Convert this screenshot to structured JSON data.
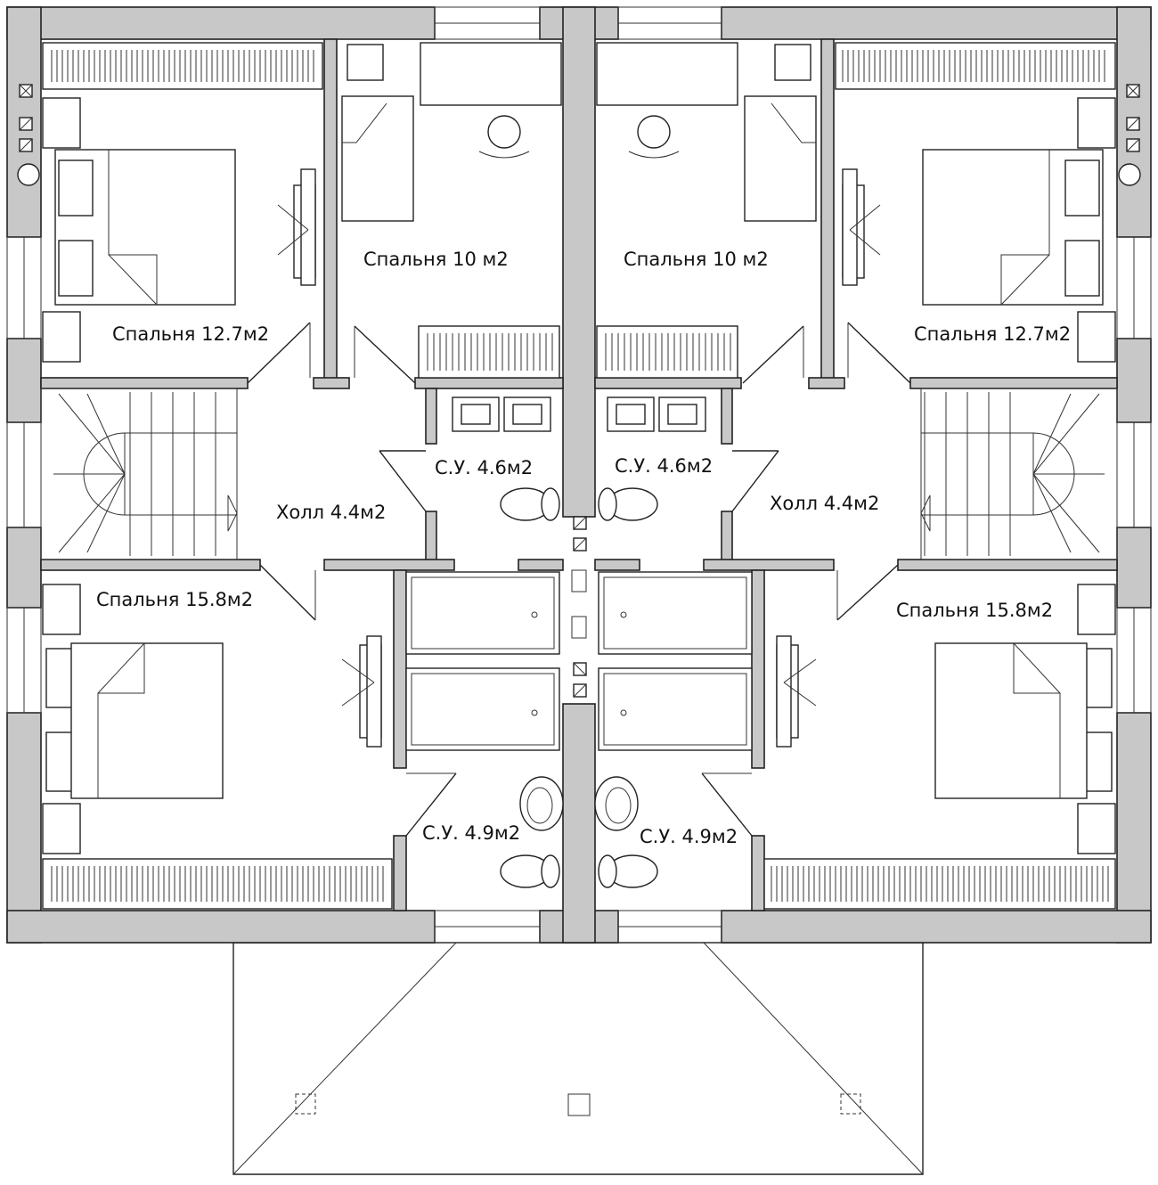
{
  "rooms": {
    "bedroom_tl": "Спальня 12.7м2",
    "bedroom_tm": "Спальня 10 м2",
    "bedroom_tm2": "Спальня 10 м2",
    "bedroom_tr": "Спальня 12.7м2",
    "bath_tl": "С.У. 4.6м2",
    "bath_tr": "С.У. 4.6м2",
    "hall_l": "Холл 4.4м2",
    "hall_r": "Холл 4.4м2",
    "bedroom_bl": "Спальня 15.8м2",
    "bedroom_br": "Спальня 15.8м2",
    "bath_bl": "С.У. 4.9м2",
    "bath_br": "С.У. 4.9м2"
  },
  "colors": {
    "wall": "#c8c8c8",
    "line": "#222222",
    "background": "#ffffff"
  }
}
